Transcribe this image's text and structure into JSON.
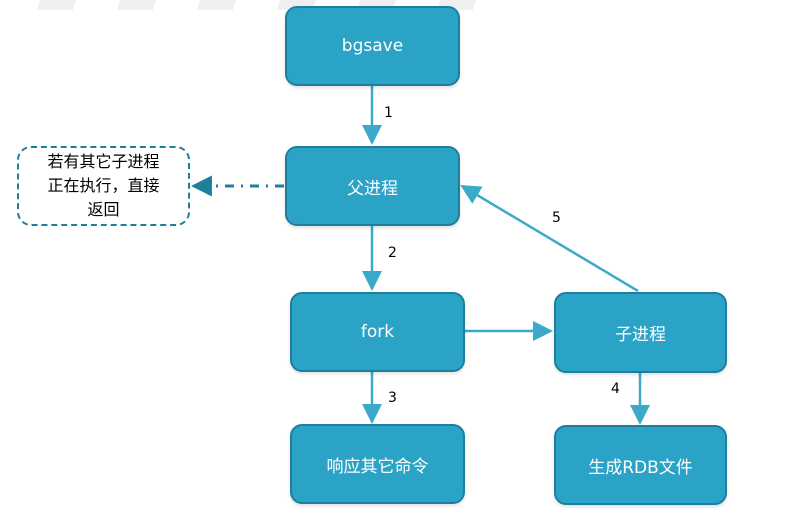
{
  "diagram": {
    "nodes": {
      "bgsave": {
        "label": "bgsave"
      },
      "parent": {
        "label": "父进程"
      },
      "fork": {
        "label": "fork"
      },
      "child": {
        "label": "子进程"
      },
      "respond": {
        "label": "响应其它命令"
      },
      "rdb": {
        "label": "生成RDB文件"
      },
      "note": {
        "label": "若有其它子进程\n正在执行，直接\n返回"
      }
    },
    "edge_labels": {
      "e1": "1",
      "e2": "2",
      "e3": "3",
      "e4": "4",
      "e5": "5"
    },
    "colors": {
      "node_fill": "#2aa3c7",
      "node_border": "#1d7f9c",
      "arrow": "#3ba9c9",
      "dashed_arrow": "#1d7f9c"
    }
  }
}
